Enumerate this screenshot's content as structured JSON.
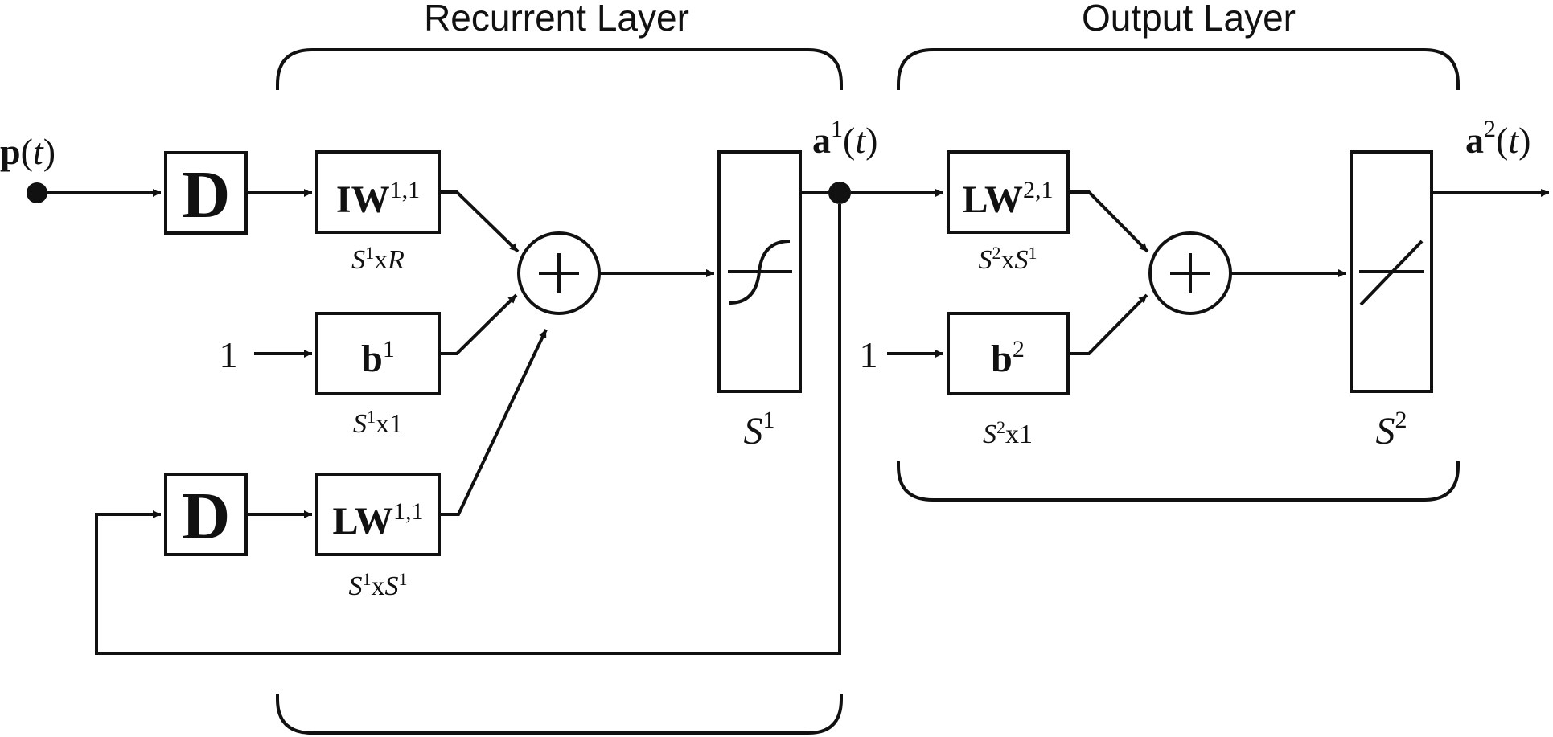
{
  "sections": {
    "recurrent": {
      "title": "Recurrent Layer"
    },
    "output": {
      "title": "Output Layer"
    }
  },
  "signals": {
    "input": {
      "main": "p",
      "open": "(",
      "var": "t",
      "close": ")"
    },
    "hidden": {
      "main": "a",
      "sup": "1",
      "open": "(",
      "var": "t",
      "close": ")"
    },
    "output": {
      "main": "a",
      "sup": "2",
      "open": "(",
      "var": "t",
      "close": ")"
    }
  },
  "delays": {
    "input": {
      "label": "D"
    },
    "feedback": {
      "label": "D"
    }
  },
  "weights": {
    "iw11": {
      "main": "IW",
      "sup": "1,1",
      "dim": {
        "a": "S",
        "as": "1",
        "x": "x",
        "b": "R",
        "bs": ""
      }
    },
    "b1": {
      "main": "b",
      "sup": "1",
      "dim": {
        "a": "S",
        "as": "1",
        "x": "x1",
        "b": "",
        "bs": ""
      }
    },
    "lw11": {
      "main": "LW",
      "sup": "1,1",
      "dim": {
        "a": "S",
        "as": "1",
        "x": "x",
        "b": "S",
        "bs": "1"
      }
    },
    "lw21": {
      "main": "LW",
      "sup": "2,1",
      "dim": {
        "a": "S",
        "as": "2",
        "x": "x",
        "b": "S",
        "bs": "1"
      }
    },
    "b2": {
      "main": "b",
      "sup": "2",
      "dim": {
        "a": "S",
        "as": "2",
        "x": "x1",
        "b": "",
        "bs": ""
      }
    }
  },
  "bias_inputs": {
    "layer1": "1",
    "layer2": "1"
  },
  "transfer": {
    "layer1": {
      "type": "sigmoid",
      "size": "S",
      "sup": "1"
    },
    "layer2": {
      "type": "linear",
      "size": "S",
      "sup": "2"
    }
  },
  "summers": {
    "layer1": "sum-junction",
    "layer2": "sum-junction"
  }
}
